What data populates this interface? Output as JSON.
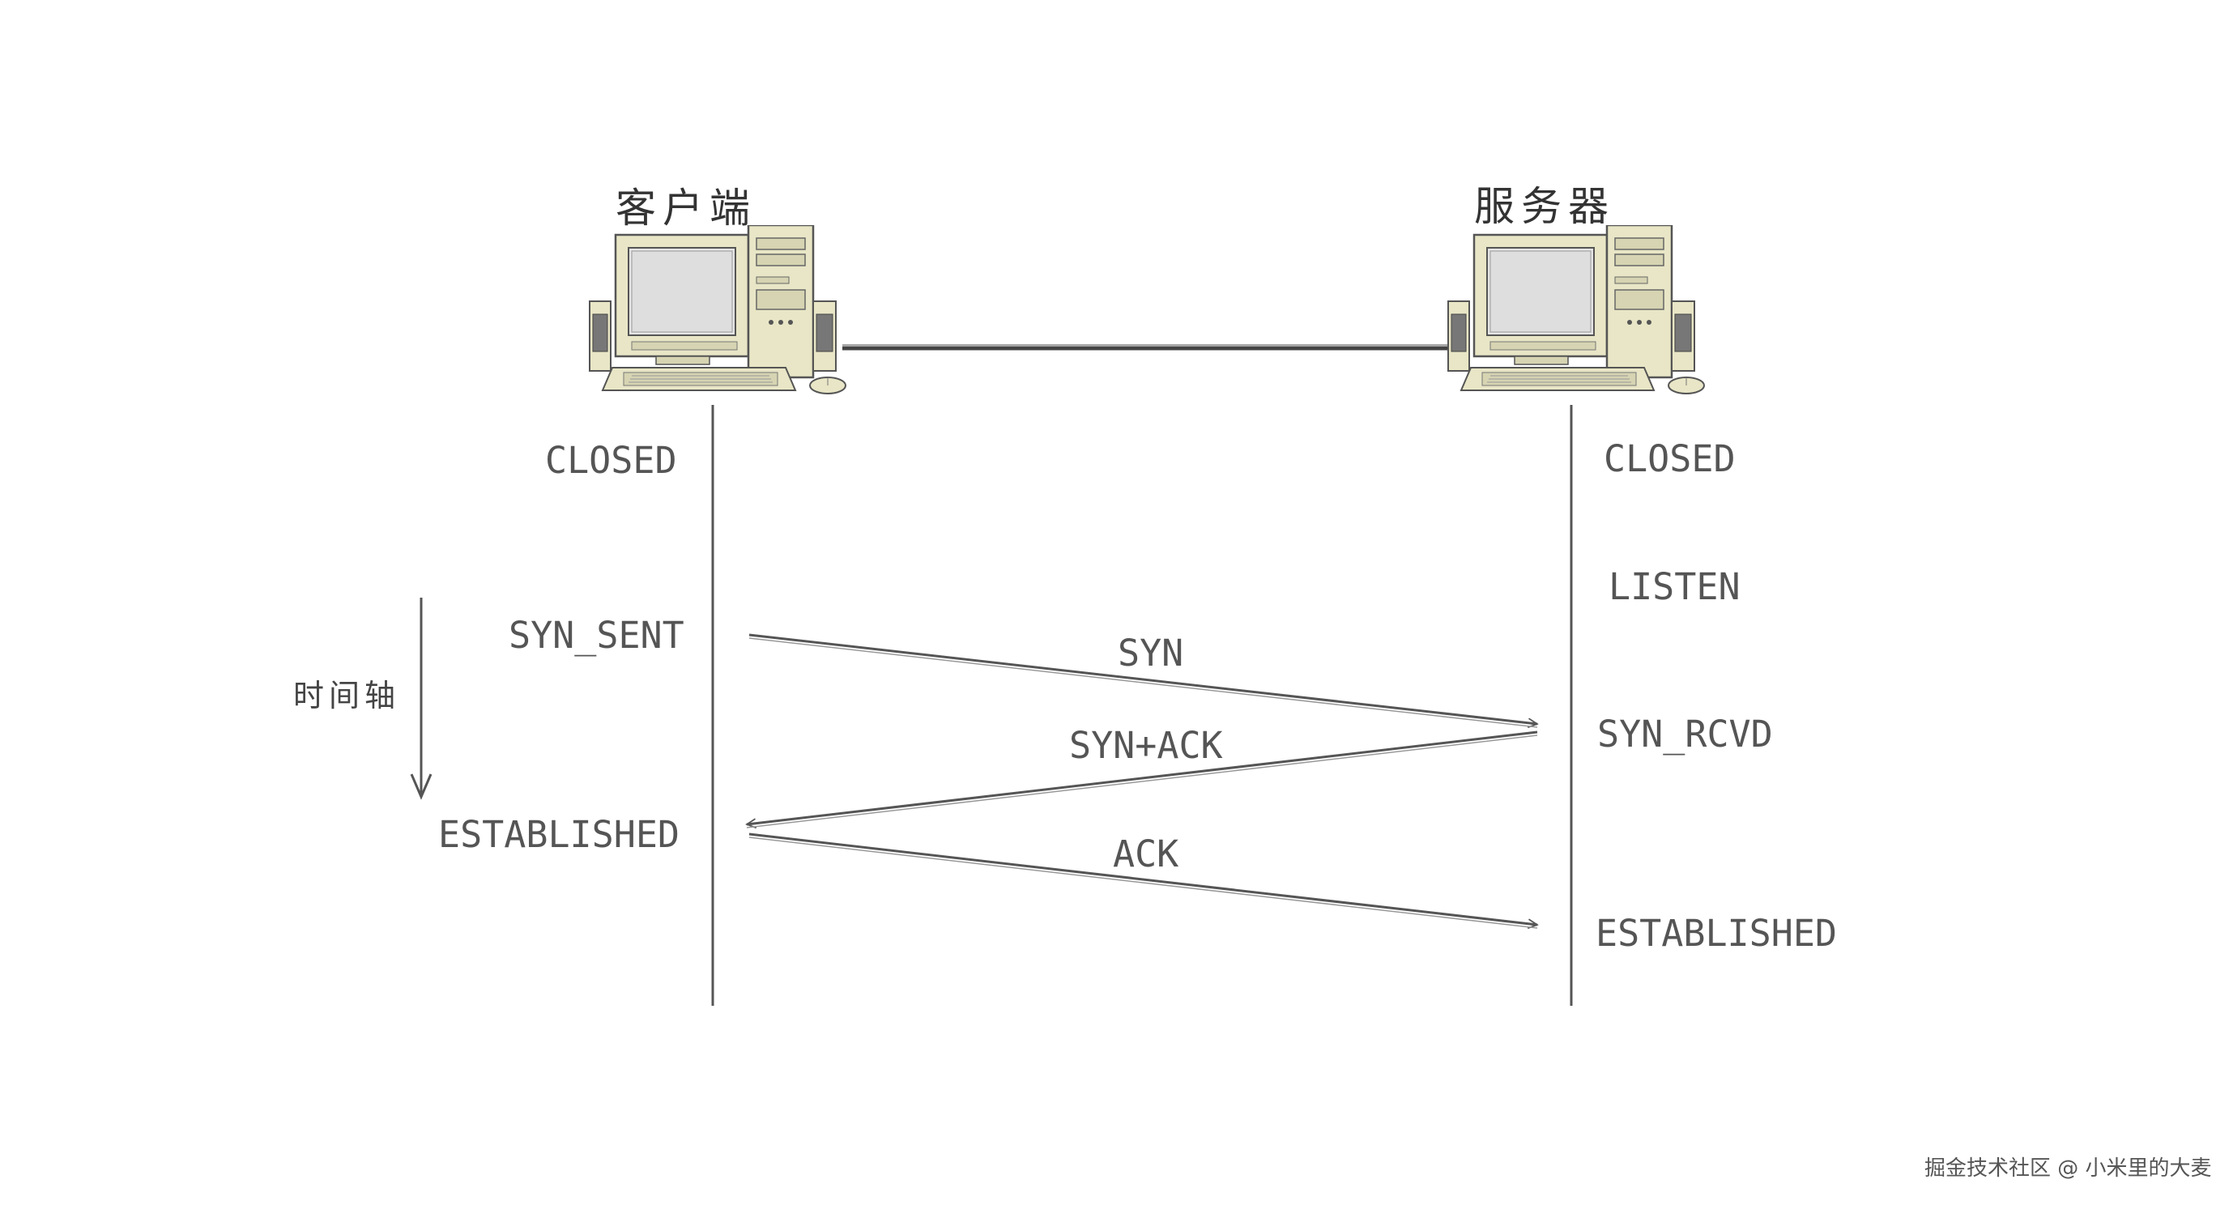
{
  "client": {
    "label": "客户端",
    "states": [
      "CLOSED",
      "SYN_SENT",
      "ESTABLISHED"
    ]
  },
  "server": {
    "label": "服务器",
    "states": [
      "CLOSED",
      "LISTEN",
      "SYN_RCVD",
      "ESTABLISHED"
    ]
  },
  "messages": [
    "SYN",
    "SYN+ACK",
    "ACK"
  ],
  "time_axis": {
    "label": "时间轴"
  },
  "watermark": "掘金技术社区 @ 小米里的大麦",
  "colors": {
    "lines": "#555555",
    "text": "#555555",
    "computer_body": "#e8e6c6",
    "screen": "#e4e4e4"
  }
}
